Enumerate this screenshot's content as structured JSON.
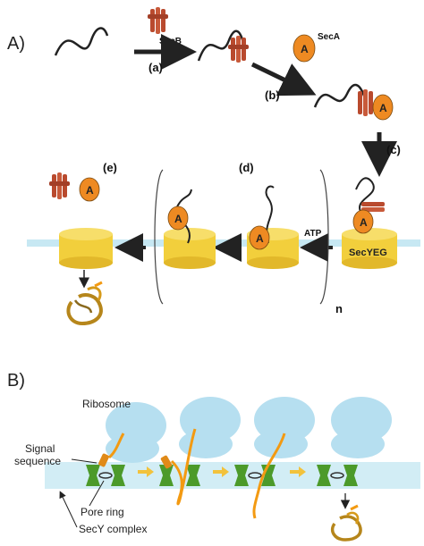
{
  "panel_a": {
    "label": "A)",
    "secB_label": "SecB",
    "secA_label": "SecA",
    "a_letter": "A",
    "steps": {
      "a": "(a)",
      "b": "(b)",
      "c": "(c)",
      "d": "(d)",
      "e": "(e)"
    },
    "atp_label": "ATP",
    "secyeg_label": "SecYEG",
    "repeat_label": "n"
  },
  "panel_b": {
    "label": "B)",
    "ribosome_label": "Ribosome",
    "signal_label_line1": "Signal",
    "signal_label_line2": "sequence",
    "pore_ring_label": "Pore ring",
    "secy_complex_label": "SecY complex"
  },
  "colors": {
    "secA": "#ee8a22",
    "secB": "#b94a2e",
    "channel": "#f2cf3c",
    "membrane": "#c7e8f3",
    "ribosome": "#b6dff0",
    "secY": "#4c9a2a",
    "peptide": "#f39a12"
  }
}
